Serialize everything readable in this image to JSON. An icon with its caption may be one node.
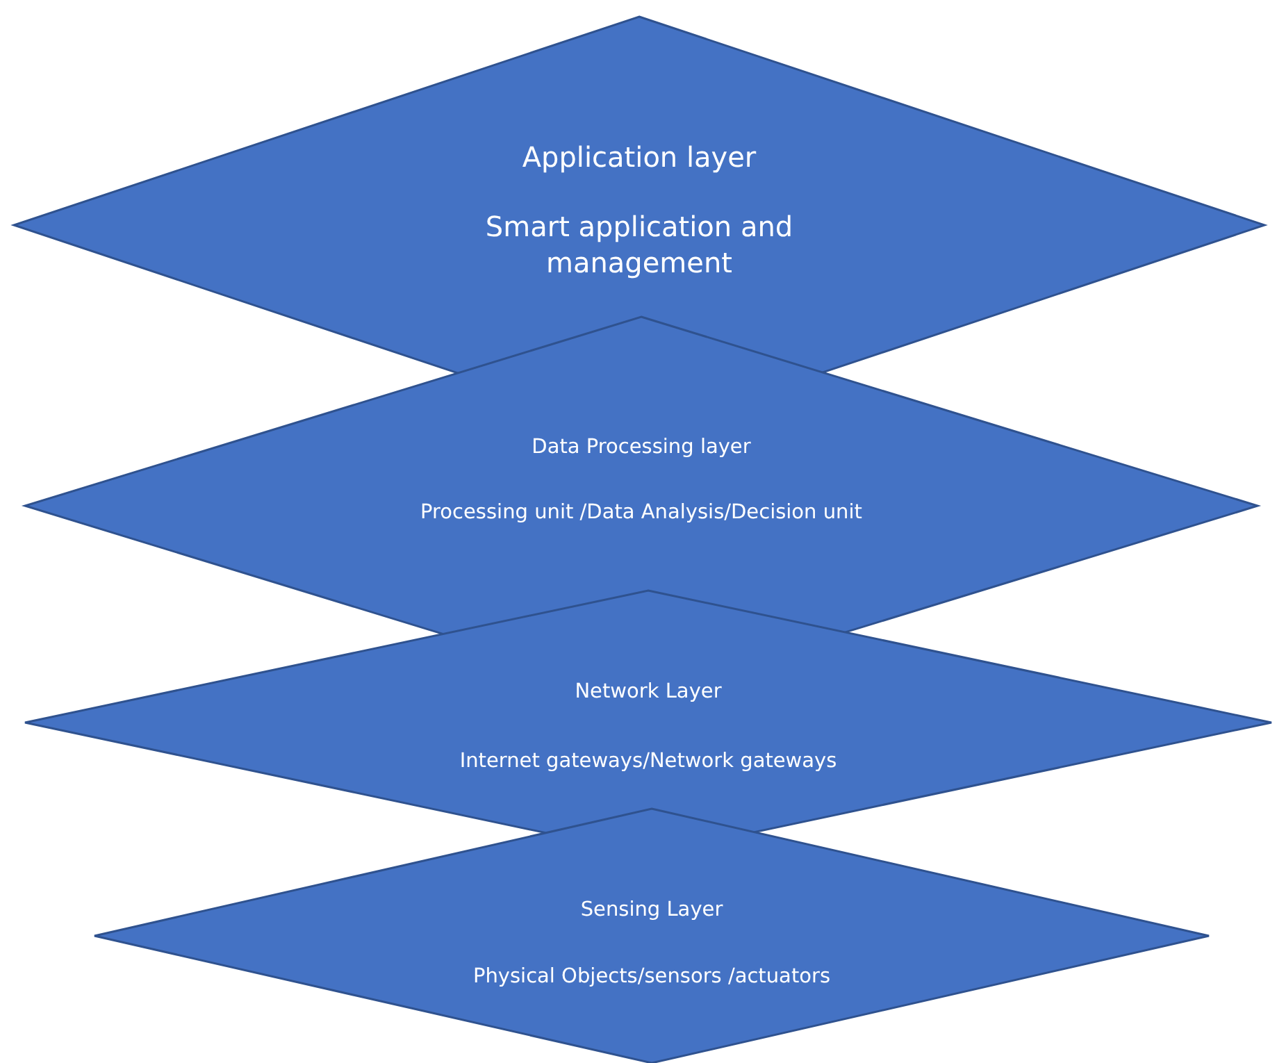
{
  "diagram": {
    "nodes": [
      {
        "text": [
          "Application layer",
          "Smart application and management"
        ]
      },
      {
        "text": [
          "Data Processing layer",
          "Processing unit /Data Analysis/Decision unit"
        ]
      },
      {
        "text": [
          "Network Layer",
          "Internet gateways/Network gateways"
        ]
      },
      {
        "text": [
          "Sensing Layer",
          "Physical Objects/sensors /actuators"
        ]
      }
    ]
  }
}
